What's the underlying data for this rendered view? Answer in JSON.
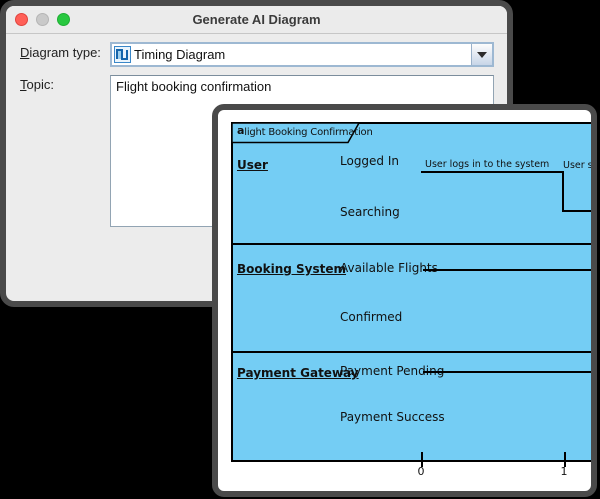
{
  "window": {
    "title": "Generate AI Diagram",
    "form": {
      "diagram_type_label": {
        "mnemonic": "D",
        "rest": "iagram type:"
      },
      "diagram_type_value": "Timing Diagram",
      "topic_label": {
        "mnemonic": "T",
        "rest": "opic:"
      },
      "topic_value": "Flight booking confirmation"
    }
  },
  "preview": {
    "frame_tab": {
      "leading": "a",
      "rest": "light Booking Confirmation"
    },
    "lifelines": [
      {
        "name": "User",
        "state1": "Logged In",
        "state2": "Searching",
        "annotation1": "User logs in to the system",
        "annotation2": "User sea"
      },
      {
        "name": "Booking System",
        "state1": "Available Flights",
        "state2": "Confirmed"
      },
      {
        "name": "Payment Gateway",
        "state1": "Payment Pending",
        "state2": "Payment Success"
      }
    ],
    "ruler": {
      "tick0": "0",
      "tick1": "1"
    }
  },
  "colors": {
    "canvas_blue": "#74CDF4",
    "chrome_border": "#4a4a4a",
    "traffic_red": "#ff5f57",
    "traffic_gray": "#c9c9c9",
    "traffic_green": "#28c840",
    "focus_border": "#9db8d2"
  }
}
